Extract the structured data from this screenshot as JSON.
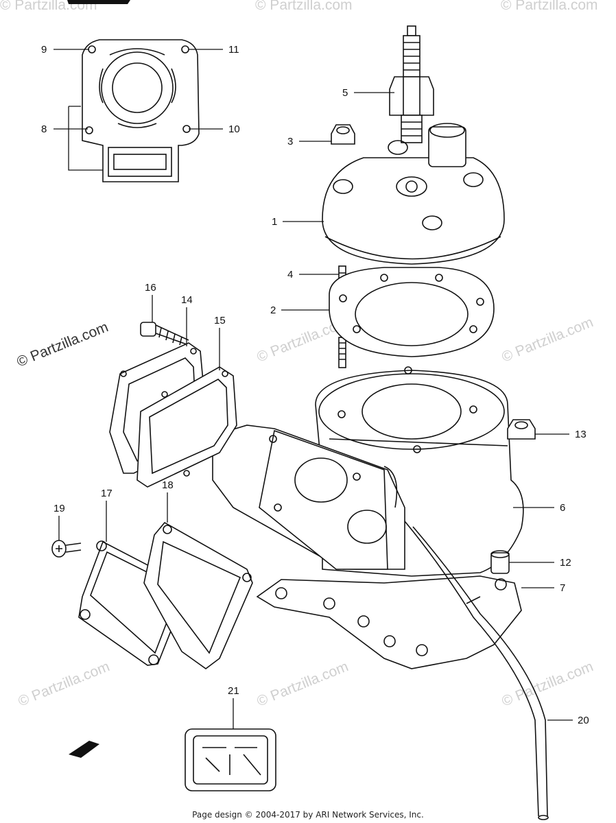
{
  "diagram": {
    "callouts": [
      {
        "id": "c9",
        "text": "9"
      },
      {
        "id": "c11",
        "text": "11"
      },
      {
        "id": "c8",
        "text": "8"
      },
      {
        "id": "c10",
        "text": "10"
      },
      {
        "id": "c5",
        "text": "5"
      },
      {
        "id": "c3",
        "text": "3"
      },
      {
        "id": "c1",
        "text": "1"
      },
      {
        "id": "c4",
        "text": "4"
      },
      {
        "id": "c2",
        "text": "2"
      },
      {
        "id": "c16",
        "text": "16"
      },
      {
        "id": "c14",
        "text": "14"
      },
      {
        "id": "c15",
        "text": "15"
      },
      {
        "id": "c13",
        "text": "13"
      },
      {
        "id": "c6",
        "text": "6"
      },
      {
        "id": "c12",
        "text": "12"
      },
      {
        "id": "c7",
        "text": "7"
      },
      {
        "id": "c19",
        "text": "19"
      },
      {
        "id": "c17",
        "text": "17"
      },
      {
        "id": "c18",
        "text": "18"
      },
      {
        "id": "c21",
        "text": "21"
      },
      {
        "id": "c20",
        "text": "20"
      }
    ],
    "watermark": "© Partzilla.com",
    "footer": "Page design © 2004-2017 by ARI Network Services, Inc."
  }
}
